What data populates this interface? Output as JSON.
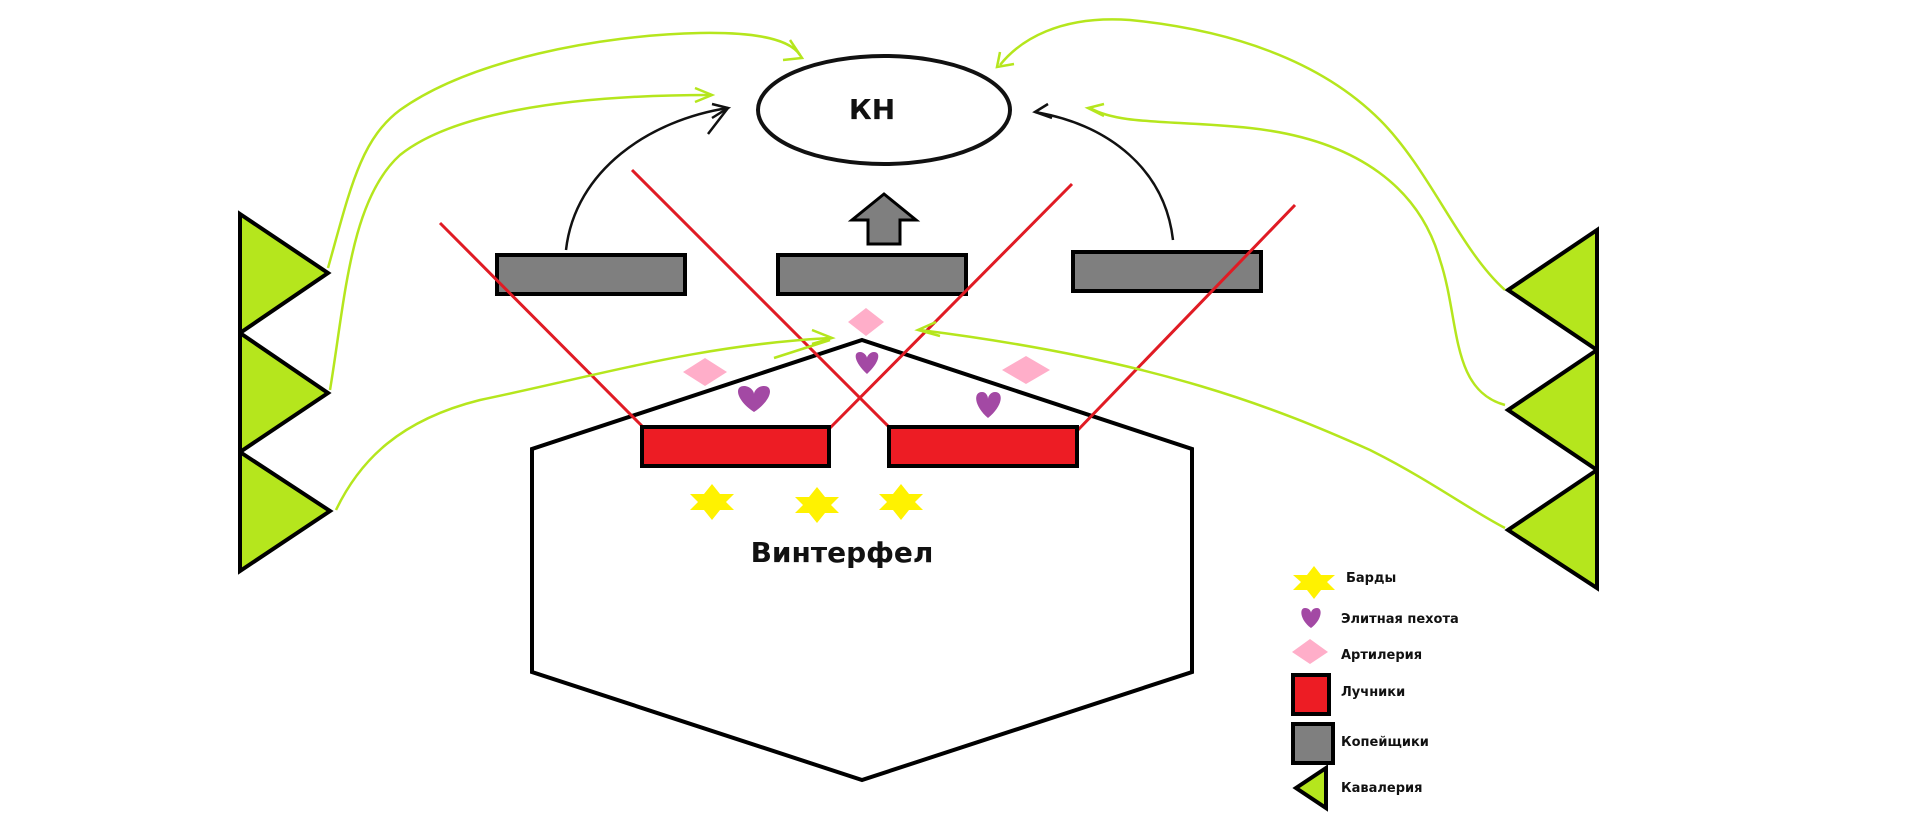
{
  "diagram": {
    "target_label": "КН",
    "fortress_label": "Винтерфел"
  },
  "legend": {
    "items": [
      {
        "key": "bards",
        "label": "Барды",
        "icon": "star-icon"
      },
      {
        "key": "elite",
        "label": "Элитная пехота",
        "icon": "heart-icon"
      },
      {
        "key": "artillery",
        "label": "Артилерия",
        "icon": "diamond-icon"
      },
      {
        "key": "archers",
        "label": "Лучники",
        "icon": "red-rect-icon"
      },
      {
        "key": "spearmen",
        "label": "Копейщики",
        "icon": "gray-rect-icon"
      },
      {
        "key": "cavalry",
        "label": "Кавалерия",
        "icon": "triangle-icon"
      }
    ]
  },
  "colors": {
    "cavalry": "#b5e61d",
    "archers": "#ed1c24",
    "spearmen": "#7f7f7f",
    "bards": "#fff200",
    "elite": "#a349a4",
    "artillery": "#ffaec9",
    "outline": "#000000",
    "arrow_green": "#b5e61d",
    "fire_line": "#e01b24"
  }
}
